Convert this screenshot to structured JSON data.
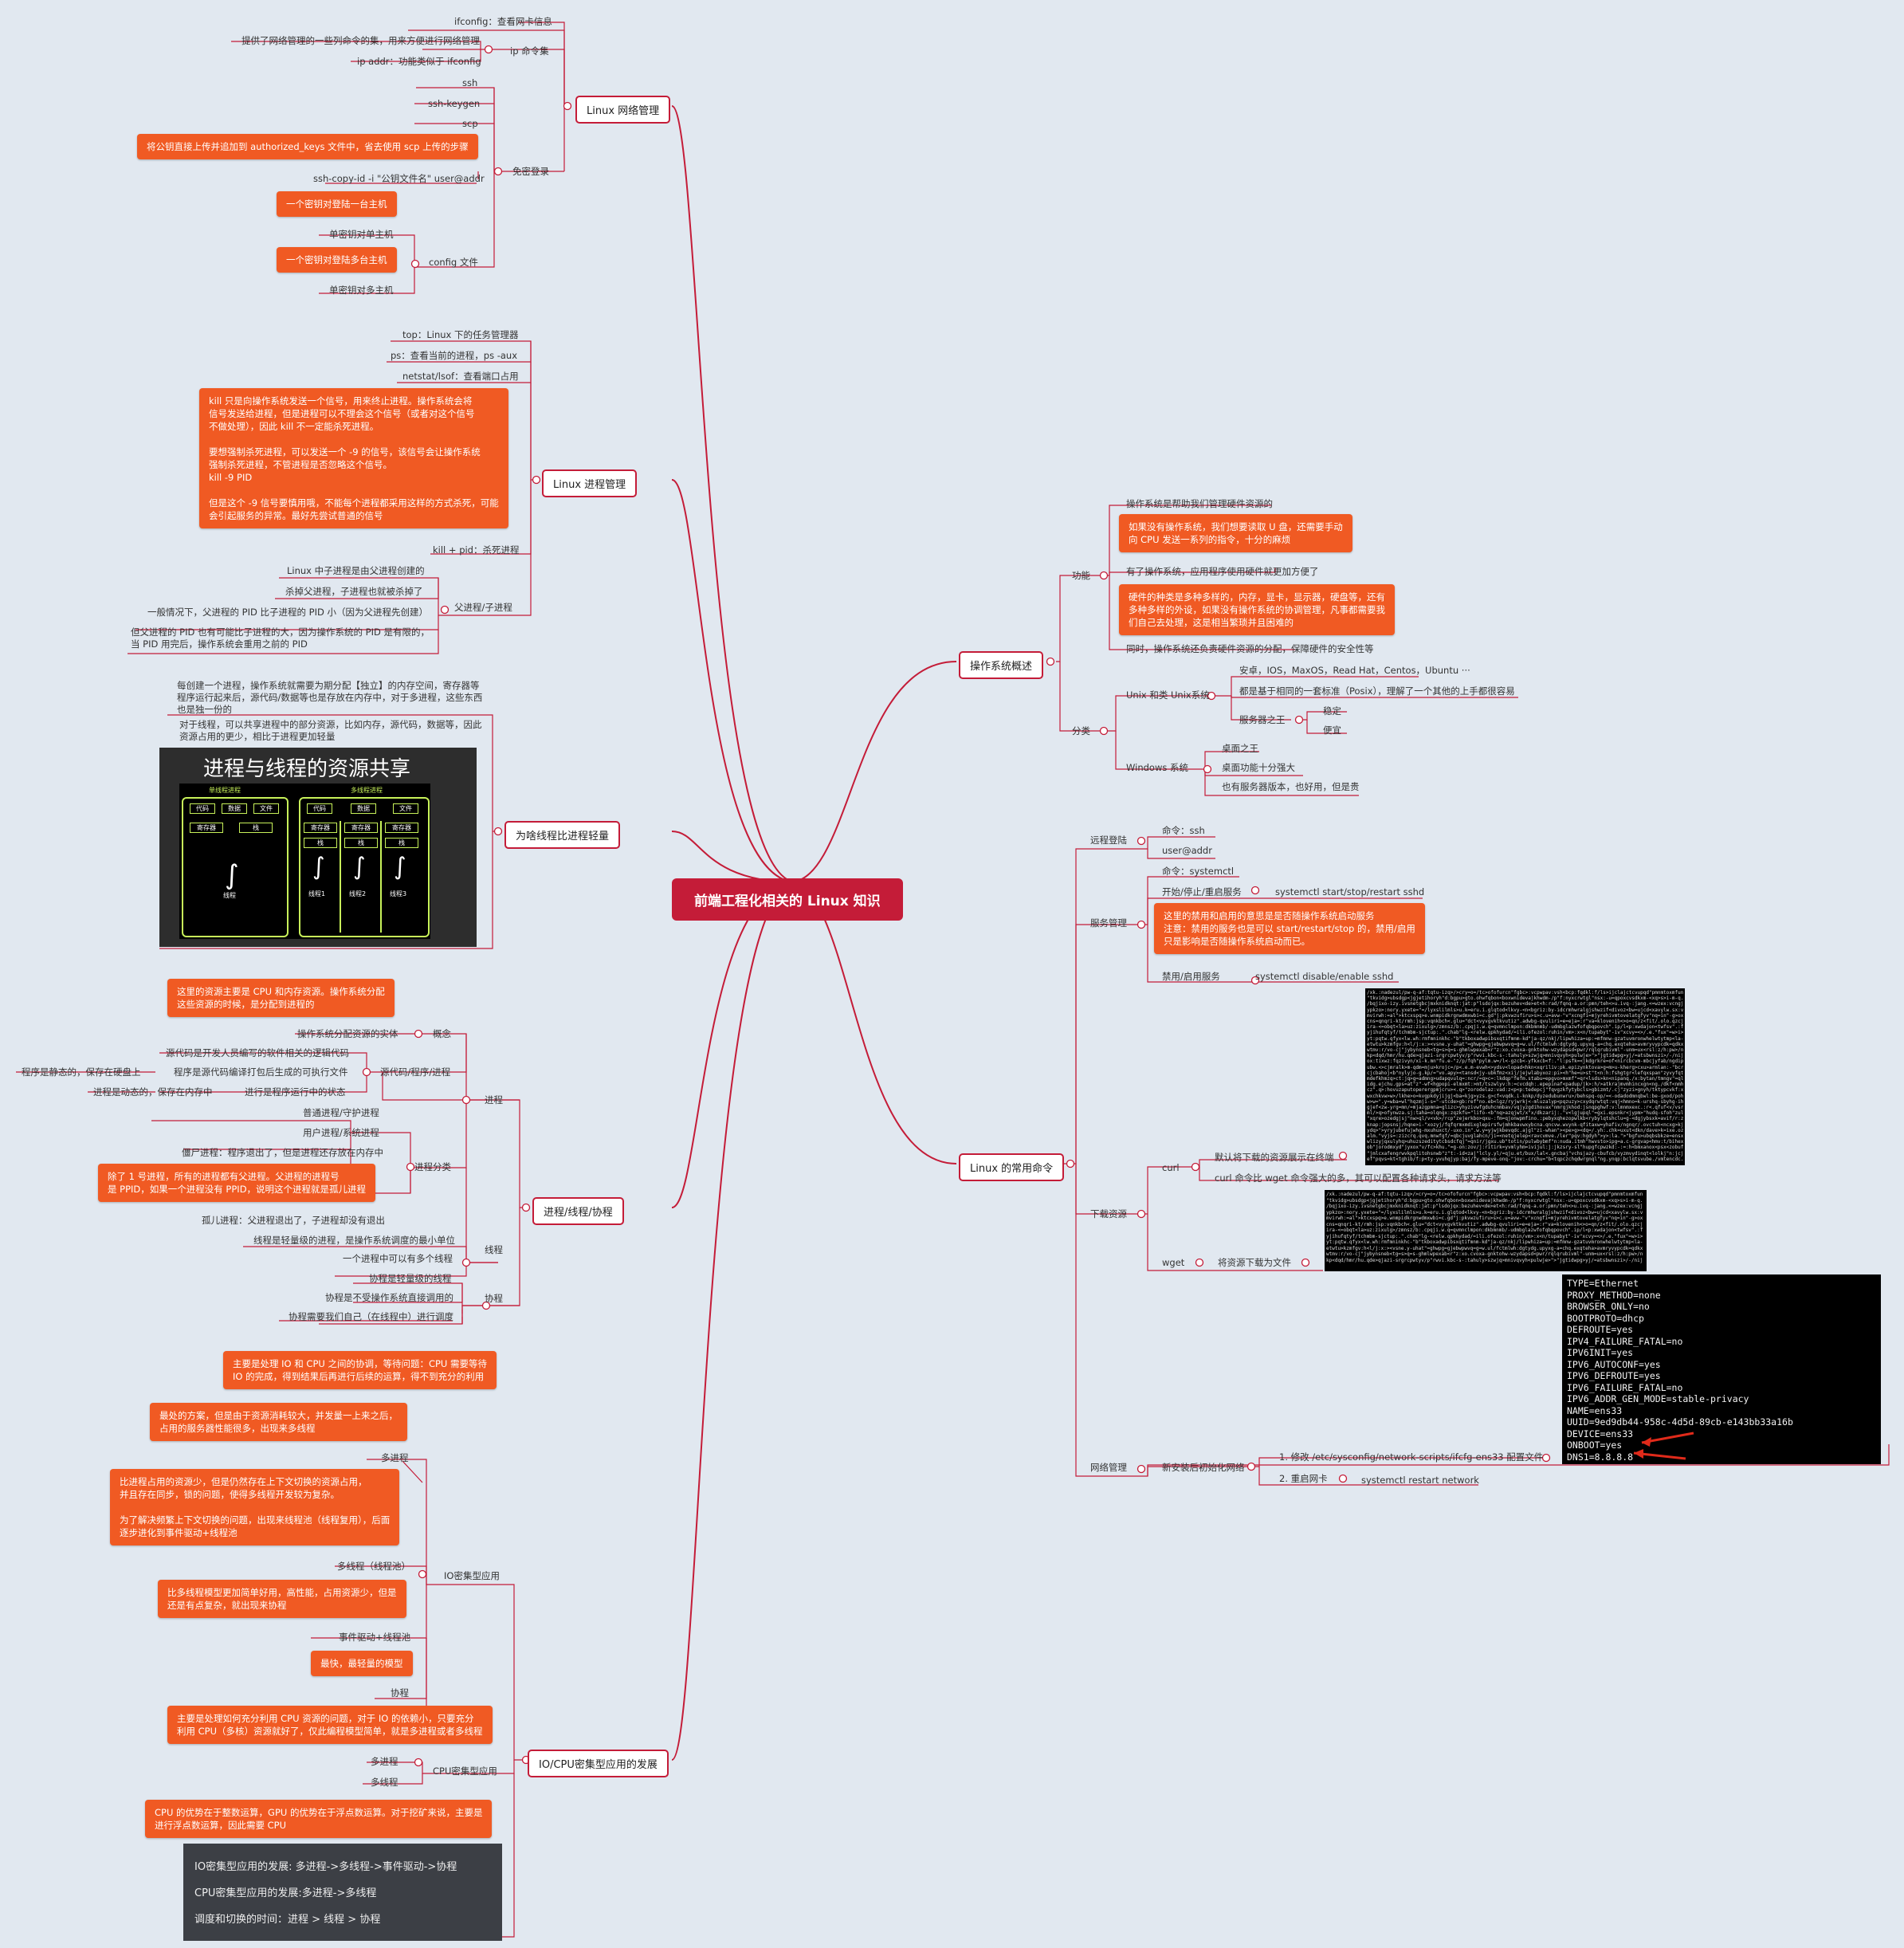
{
  "center": "前端工程化相关的 Linux 知识",
  "topics": {
    "network": "Linux 网络管理",
    "process": "Linux 进程管理",
    "lightweight": "为啥线程比进程轻量",
    "concurrency": "进程/线程/协程",
    "io_cpu": "IO/CPU密集型应用的发展",
    "os": "操作系统概述",
    "commands": "Linux 的常用命令"
  },
  "network": {
    "ifconfig": "ifconfig：查看网卡信息",
    "ip_desc": "提供了网络管理的一些列命令的集，用来方便进行网络管理",
    "ip_addr": "ip addr：功能类似于 ifconfig",
    "ip_set": "ip 命令集",
    "ssh": "ssh",
    "ssh_keygen": "ssh-keygen",
    "scp": "scp",
    "note_upload": "将公钥直接上传并追加到 authorized_keys 文件中，省去使用 scp 上传的步骤",
    "ssh_copy_id": "ssh-copy-id -i \"公钥文件名\" user@addr",
    "passwordless": "免密登录",
    "note_one_host": "一个密钥对登陆一台主机",
    "single_key": "单密钥对单主机",
    "note_multi_host": "一个密钥对登陆多台主机",
    "config_file": "config 文件",
    "single_key_multi": "单密钥对多主机"
  },
  "process": {
    "top": "top：Linux 下的任务管理器",
    "ps": "ps：查看当前的进程，ps -aux",
    "netstat": "netstat/lsof：查看端口占用",
    "kill_note": "kill 只是向操作系统发送一个信号，用来终止进程。操作系统会将\n信号发送给进程，但是进程可以不理会这个信号（或者对这个信号\n不做处理），因此 kill 不一定能杀死进程。\n\n要想强制杀死进程，可以发送一个 -9 的信号，该信号会让操作系统\n强制杀死进程，不管进程是否忽略这个信号。\nkill -9 PID\n\n但是这个 -9 信号要慎用哦，不能每个进程都采用这样的方式杀死，可能\n会引起服务的异常。最好先尝试普通的信号",
    "kill_pid": "kill + pid：杀死进程",
    "child_created": "Linux 中子进程是由父进程创建的",
    "kill_parent": "杀掉父进程，子进程也就被杀掉了",
    "pid_general": "一般情况下，父进程的 PID 比子进程的 PID 小（因为父进程先创建）",
    "parent_child": "父进程/子进程",
    "pid_reuse": "但父进程的 PID 也有可能比子进程的大，因为操作系统的 PID 是有限的，\n当 PID 用完后，操作系统会重用之前的 PID"
  },
  "lightweight": {
    "desc1": "每创建一个进程，操作系统就需要为期分配【独立】的内存空间，寄存器等\n程序运行起来后，源代码/数据等也是存放在内存中，对于多进程，这些东西\n也是独一份的",
    "desc2": "对于线程，可以共享进程中的部分资源，比如内存，源代码，数据等，因此\n资源占用的更少，相比于进程更加轻量",
    "slide_title": "进程与线程的资源共享",
    "single_thread": "单线程进程",
    "multi_thread": "多线程进程",
    "code": "代码",
    "data": "数据",
    "file": "文件",
    "register": "寄存器",
    "stack": "栈",
    "thread": "线程",
    "thread1": "线程1",
    "thread2": "线程2",
    "thread3": "线程3"
  },
  "concurrency": {
    "cpu_mem_note": "这里的资源主要是 CPU 和内存资源。操作系统分配\n这些资源的时候，是分配到进程的",
    "os_unit": "操作系统分配资源的实体",
    "concept": "概念",
    "source_code": "源代码是开发人员编写的软件相关的逻辑代码",
    "program_desc": "程序是源代码编译打包后生成的可执行文件",
    "program_static": "程序是静态的，保存在硬盘上",
    "src_prog_proc": "源代码/程序/进程",
    "process_running": "进行是程序运行中的状态",
    "process_dynamic": "进程是动态的，保存在内存中",
    "process": "进程",
    "normal": "普通进程/守护进程",
    "user_sys": "用户进程/系统进程",
    "zombie": "僵尸进程：程序退出了，但是进程还存放在内存中",
    "category": "进程分类",
    "orphan_note": "除了 1 号进程，所有的进程都有父进程。父进程的进程号\n是 PPID，如果一个进程没有 PPID，说明这个进程就是孤儿进程",
    "orphan": "孤儿进程：父进程退出了，子进程却没有退出",
    "thread_min": "线程是轻量级的进程，是操作系统调度的最小单位",
    "thread_multi": "一个进程中可以有多个线程",
    "thread": "线程",
    "coroutine_light": "协程是轻量级的线程",
    "coroutine_not_os": "协程是不受操作系统直接调用的",
    "coroutine_self": "协程需要我们自己（在线程中）进行调度",
    "coroutine": "协程"
  },
  "io_cpu": {
    "note_io": "主要是处理 IO 和 CPU 之间的协调，等待问题：CPU 需要等待\nIO 的完成，得到结果后再进行后续的运算，得不到充分的利用",
    "note_first": "最处的方案，但是由于资源消耗较大，并发量一上来之后，\n占用的服务器性能很多，出现来多线程",
    "multi_process": "多进程",
    "note_threads": "比进程占用的资源少，但是仍然存在上下文切换的资源占用，\n并且存在同步，锁的问题，使得多线程开发较为复杂。\n\n为了解决频繁上下文切换的问题，出现来线程池（线程复用），后面\n逐步进化到事件驱动+线程池",
    "multi_thread_pool": "多线程（线程池）",
    "io_intensive": "IO密集型应用",
    "note_event": "比多线程模型更加简单好用，高性能，占用资源少，但是\n还是有点复杂，就出现来协程",
    "event_driven": "事件驱动+线程池",
    "note_light": "最快，最轻量的模型",
    "coroutine": "协程",
    "note_cpu": "主要是处理如何充分利用 CPU 资源的问题，对于 IO 的依赖小，只要充分\n利用 CPU（多核）资源就好了，仅此编程模型简单，就是多进程或者多线程",
    "cpu_multi_process": "多进程",
    "cpu_intensive": "CPU密集型应用",
    "cpu_multi_thread": "多线程",
    "note_gpu": "CPU 的优势在于整数运算，GPU 的优势在于浮点数运算。对于挖矿来说，主要是\n进行浮点数运算，因此需要 CPU",
    "summary": [
      "IO密集型应用的发展: 多进程->多线程->事件驱动->协程",
      "CPU密集型应用的发展:多进程->多线程",
      "调度和切换的时间：进程 > 线程 > 协程"
    ]
  },
  "os": {
    "func_manage": "操作系统是帮助我们管理硬件资源的",
    "note_u_disk": "如果没有操作系统，我们想要读取 U 盘，还需要手动\n向 CPU 发送一系列的指令，十分的麻烦",
    "func_app": "有了操作系统，应用程序使用硬件就更加方便了",
    "note_hardware": "硬件的种类是多种多样的，内存，显卡，显示器，硬盘等，还有\n多种多样的外设，如果没有操作系统的协调管理，凡事都需要我\n们自己去处理，这是相当繁琐并且困难的",
    "func_alloc": "同时，操作系统还负责硬件资源的分配，保障硬件的安全性等",
    "function": "功能",
    "unix_list": "安卓，IOS，MaxOS，Read Hat，Centos，Ubuntu ···",
    "posix": "都是基于相同的一套标准（Posix），理解了一个其他的上手都很容易",
    "unix": "Unix 和类 Unix系统",
    "server_king": "服务器之王",
    "stable": "稳定",
    "cheap": "便宜",
    "category": "分类",
    "desktop_king": "桌面之王",
    "desktop_strong": "桌面功能十分强大",
    "server_version": "也有服务器版本，也好用，但是贵",
    "windows": "Windows 系统"
  },
  "commands": {
    "cmd_ssh": "命令：ssh",
    "user_addr": "user@addr",
    "remote_login": "远程登陆",
    "cmd_systemctl": "命令：systemctl",
    "start_stop": "开始/停止/重启服务",
    "start_stop_cmd": "systemctl start/stop/restart sshd",
    "note_service": "这里的禁用和启用的意思是是否随操作系统启动服务\n注意：禁用的服务也是可以 start/restart/stop 的，禁用/启用\n只是影响是否随操作系统启动而已。",
    "service_mgmt": "服务管理",
    "enable_disable": "禁用/启用服务",
    "enable_disable_cmd": "systemctl disable/enable sshd",
    "curl_default": "默认将下载的资源展示在终端",
    "curl": "curl",
    "curl_stronger": "curl 命令比 wget 命令强大的多，其可以配置各种请求头，请求方法等",
    "download": "下载资源",
    "wget": "wget",
    "wget_save": "将资源下载为文件",
    "step1": "1. 修改 /etc/sysconfig/network-scripts/ifcfg-ens33 配置文件",
    "new_install": "新安装后初始化网络",
    "net_mgmt": "网络管理",
    "step2": "2. 重启网卡",
    "restart_cmd": "systemctl restart network",
    "ifcfg": "TYPE=Ethernet\nPROXY_METHOD=none\nBROWSER_ONLY=no\nBOOTPROTO=dhcp\nDEFROUTE=yes\nIPV4_FAILURE_FATAL=no\nIPV6INIT=yes\nIPV6_AUTOCONF=yes\nIPV6_DEFROUTE=yes\nIPV6_FAILURE_FATAL=no\nIPV6_ADDR_GEN_MODE=stable-privacy\nNAME=ens33\nUUID=9ed9db44-958c-4d5d-89cb-e143bb33a16b\nDEVICE=ens33\nONBOOT=yes\nDNS1=8.8.8.8"
  },
  "colors": {
    "branch": "#c41c38",
    "note": "#f05a23",
    "background": "#e1e8f0"
  }
}
